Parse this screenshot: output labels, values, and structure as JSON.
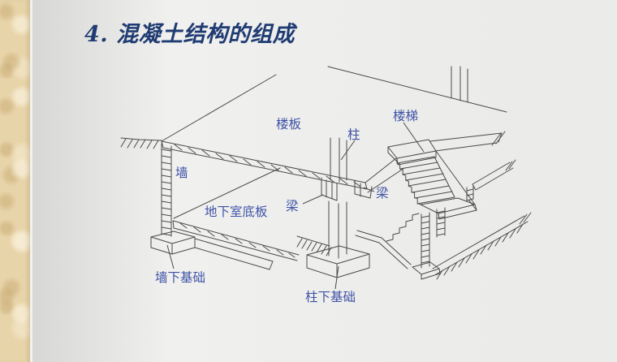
{
  "slide": {
    "title": "4. 混凝土结构的组成",
    "colors": {
      "background": "#ebebe9",
      "sidebar_parchment": "#e8d4a9",
      "title_text": "#1f3b73",
      "label_text": "#3e52a7",
      "line": "#4a4a4a"
    }
  },
  "diagram": {
    "labels": [
      {
        "id": "floor-slab",
        "text": "楼板"
      },
      {
        "id": "column",
        "text": "柱"
      },
      {
        "id": "stairs",
        "text": "楼梯"
      },
      {
        "id": "wall",
        "text": "墙"
      },
      {
        "id": "beam-left",
        "text": "梁"
      },
      {
        "id": "beam-right",
        "text": "梁"
      },
      {
        "id": "basement-floor-slab",
        "text": "地下室底板"
      },
      {
        "id": "wall-foundation",
        "text": "墙下基础"
      },
      {
        "id": "column-foundation",
        "text": "柱下基础"
      }
    ]
  }
}
